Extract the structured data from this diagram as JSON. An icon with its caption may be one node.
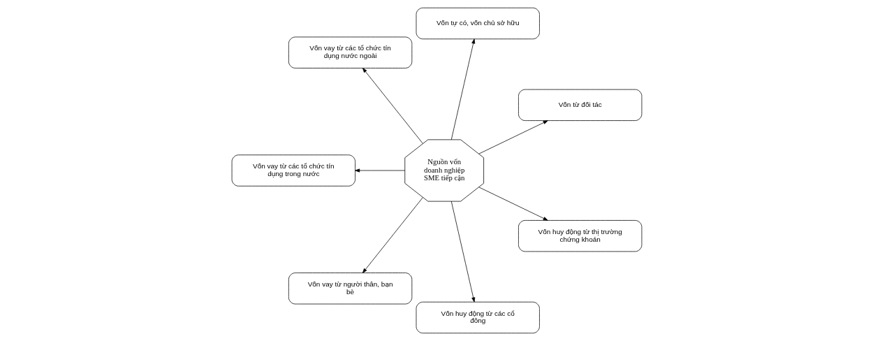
{
  "diagram": {
    "nodes": [
      {
        "text": [
          "Nguồn vốn doanh nghiệp SME tiếp cận"
        ]
      },
      {
        "text": [
          "Vốn từ đối tác"
        ]
      },
      {
        "text": [
          "Vốn tự có, vốn chủ sở hữu"
        ]
      },
      {
        "text": [
          "Vốn vay từ các tổ chức tín dụng nước ngoài"
        ]
      },
      {
        "text": [
          "Vốn vay từ các tổ chức tín dụng trong nước"
        ]
      },
      {
        "text": [
          "Vốn vay từ người thân, bạn bè"
        ]
      },
      {
        "text": [
          "Vốn huy động từ các cổ đông"
        ]
      },
      {
        "text": [
          "Vốn huy động từ thị trường chứng khoán"
        ]
      }
    ],
    "edges": [
      {
        "from": 0,
        "to": 1,
        "arrow": "to"
      },
      {
        "from": 0,
        "to": 2,
        "arrow": "to"
      },
      {
        "from": 0,
        "to": 3,
        "arrow": "to"
      },
      {
        "from": 0,
        "to": 4,
        "arrow": "to"
      },
      {
        "from": 0,
        "to": 5,
        "arrow": "to"
      },
      {
        "from": 0,
        "to": 6,
        "arrow": "to"
      },
      {
        "from": 0,
        "to": 7,
        "arrow": "to"
      }
    ]
  }
}
